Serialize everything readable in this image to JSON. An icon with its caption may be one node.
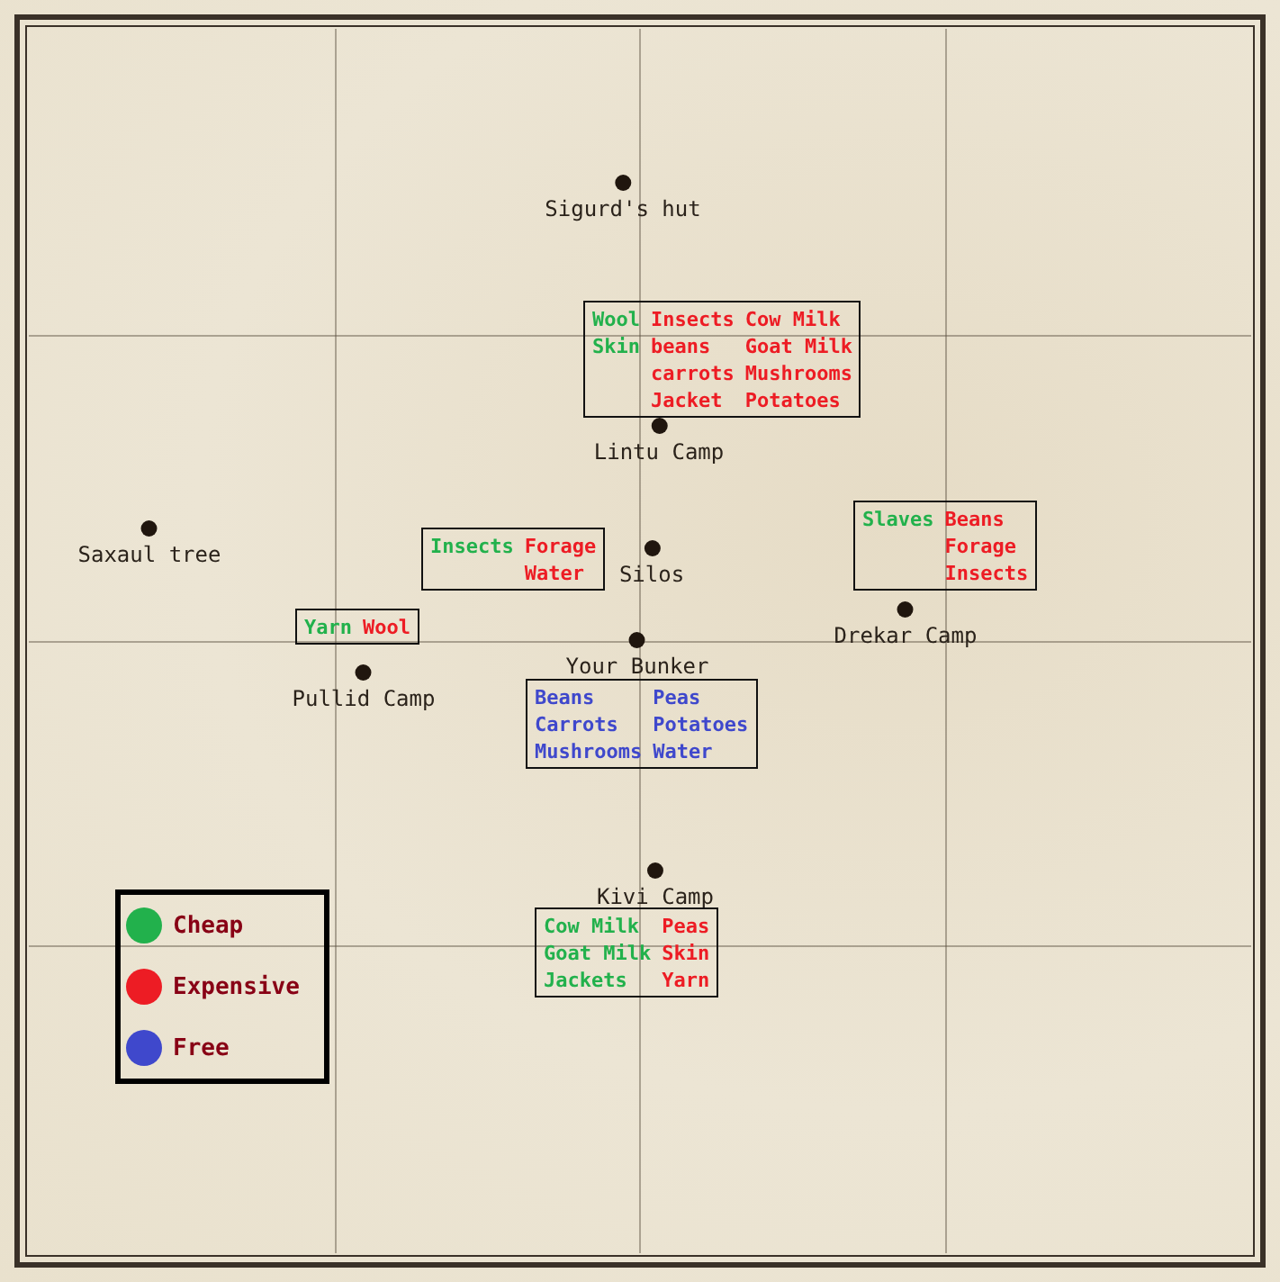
{
  "diagram": {
    "nodes": [
      {
        "text": [
          "Sigurd's hut"
        ]
      },
      {
        "text": [
          "Wool",
          "Skin",
          "Insects",
          "beans",
          "carrots",
          "Jacket",
          "Cow Milk",
          "Goat Milk",
          "Mushrooms",
          "Potatoes"
        ]
      },
      {
        "text": [
          "Lintu Camp"
        ]
      },
      {
        "text": [
          "Saxaul tree"
        ]
      },
      {
        "text": [
          "Insects",
          "Forage",
          "Water"
        ]
      },
      {
        "text": [
          "Silos"
        ]
      },
      {
        "text": [
          "Slaves",
          "Beans",
          "Forage",
          "Insects"
        ]
      },
      {
        "text": [
          "Drekar Camp"
        ]
      },
      {
        "text": [
          "Yarn",
          "Wool"
        ]
      },
      {
        "text": [
          "Pullid Camp"
        ]
      },
      {
        "text": [
          "Your Bunker"
        ]
      },
      {
        "text": [
          "Beans",
          "Carrots",
          "Mushrooms",
          "Peas",
          "Potatoes",
          "Water"
        ]
      },
      {
        "text": [
          "Kivi Camp"
        ]
      },
      {
        "text": [
          "Cow Milk",
          "Goat Milk",
          "Jackets",
          "Peas",
          "Skin",
          "Yarn"
        ]
      }
    ],
    "legend": [
      {
        "text": "Cheap",
        "color": "#22b14c"
      },
      {
        "text": "Expensive",
        "color": "#ed1c24"
      },
      {
        "text": "Free",
        "color": "#3f48cc"
      }
    ]
  }
}
